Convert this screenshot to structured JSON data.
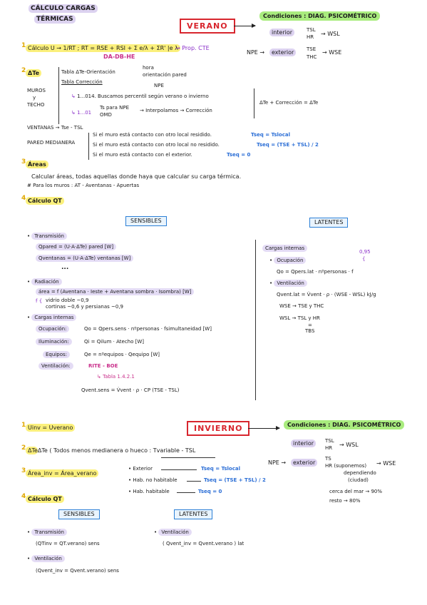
{
  "title": {
    "line1": "CÁLCULO CARGAS",
    "line2": "TÉRMICAS"
  },
  "verano": {
    "label": "VERANO",
    "conditions": "Condiciones : DIAG. PSICOMÉTRICO",
    "interior": "interior",
    "interior_tsl": "TSL",
    "interior_hr": "HR",
    "interior_result": "→ WSL",
    "npe": "NPE →",
    "exterior": "exterior",
    "ext_tse": "TSE",
    "ext_thc": "THC",
    "ext_result": "→ WSE",
    "s1_num": "1",
    "s1_formula": "Cálculo U → 1/RT ; RT = RSE + RSI + Σ e/λ + ΣR' |e λ",
    "s1_dbhe": "DA-DB-HE",
    "s1_prop": "→ Prop. CTE",
    "s2_num": "2",
    "s2_dte": "ΔTe",
    "s2_tabla1": "Tabla ΔTe-Orientación",
    "s2_hora": "hora",
    "s2_orient": "orientación pared",
    "s2_tabla2": "Tabla Corrección",
    "s2_npe": "NPE",
    "s2_muros": "MUROS",
    "s2_y": "y",
    "s2_techo": "TECHO",
    "s2_b1": "1...014. Buscamos percentil según verano o invierno",
    "s2_b2a": "Ts para NPE",
    "s2_b2b": "OMD",
    "s2_b2pre": "1...01",
    "s2_b2res": "→ Interpolamos → Corrección",
    "s2_result": "ΔTe + Corrección = ΔTe",
    "s2_ventanas": "VENTANAS → Tse - TSL",
    "s2_pared": "PARED MEDIANERA",
    "s2_m1": "Si el muro está contacto con otro local residido.",
    "s2_m1r": "Tseq = Tslocal",
    "s2_m2": "Si el muro está contacto con otro local no residido.",
    "s2_m2r": "Tseq = (TSE + TSL) / 2",
    "s2_m3": "Si el muro está contacto con el exterior.",
    "s2_m3r": "Tseq = 0",
    "s3_num": "3",
    "s3_title": "Áreas",
    "s3_text1": "Calcular áreas, todas aquellas donde haya que calcular su carga térmica.",
    "s3_text2": "# Para los muros : AT - Aventanas - Apuertas",
    "s4_num": "4",
    "s4_title": "Cálculo QT",
    "sensibles": "SENSIBLES",
    "latentes": "LATENTES",
    "sen_trans": "Transmisión",
    "sen_qpared": "Qpared = (U·A·ΔTe) pared [W]",
    "sen_qvent": "Qventanas = (U·A·ΔTe) ventanas [W]",
    "sen_dots": "...",
    "sen_rad": "Radiación",
    "sen_area": "área = f (Aventana · Ieste + Aventana sombra · Isombra) [W]",
    "sen_f1": "vidrio doble ~0,9",
    "sen_f2": "cortinas ~0,6 y persianas ~0,9",
    "sen_cargas": "Cargas internas",
    "sen_ocup_l": "Ocupación:",
    "sen_ocup": "Qo = Qpers.sens · nºpersonas · fsimultaneidad [W]",
    "sen_ilum_l": "Iluminación:",
    "sen_ilum": "Qi = Qilum · Atecho [W]",
    "sen_equ_l": "Equipos:",
    "sen_equ": "Qe = nºequipos · Qequipo [W]",
    "sen_ventil_l": "Ventilación:",
    "sen_rite": "RITE - BOE",
    "sen_tabla": "↳ Tabla 1.4.2.1",
    "sen_qvent_sens": "Qvent.sens = V̇vent · ρ · CP (TSE - TSL)",
    "lat_cargas": "Cargas internas",
    "lat_ocup": "Ocupación",
    "lat_095": "0,95",
    "lat_qo": "Qo = Qpers.lat · nºpersonas · f",
    "lat_ventil": "Ventilación",
    "lat_qvent": "Qvent.lat = V̇vent · ρ · (WSE - WSL) kJ/g",
    "lat_wse": "WSE → TSE y THC",
    "lat_wsl": "WSL → TSL y HR",
    "lat_tbs1": "=",
    "lat_tbs2": "TBS"
  },
  "invierno": {
    "label": "INVIERNO",
    "conditions": "Condiciones : DIAG. PSICOMÉTRICO",
    "interior": "interior",
    "interior_tsl": "TSL",
    "interior_hr": "HR",
    "interior_result": "→ WSL",
    "npe": "NPE →",
    "exterior": "exterior",
    "ext_ts": "TS",
    "ext_hr": "HR (suponemos)",
    "ext_dep": "dependiendo",
    "ext_ciudad": "(ciudad)",
    "ext_result": "→ WSE",
    "ext_cerca": "cerca del mar → 90%",
    "ext_resto": "resto → 80%",
    "s1_num": "1",
    "s1": "Uinv = Uverano",
    "s2_num": "2",
    "s2": "ΔTe ( Todos menos medianera o hueco : Tvariable - TSL",
    "s3_num": "3",
    "s3": "Área_inv = Área_verano",
    "e1": "Exterior",
    "e1r": "Tseq = Tslocal",
    "e2": "Hab. no habitable",
    "e2r": "Tseq = (TSE + TSL) / 2",
    "e3": "Hab. habitable",
    "e3r": "Tseq = 0",
    "s4_num": "4",
    "s4": "Cálculo QT",
    "sensibles": "SENSIBLES",
    "latentes": "LATENTES",
    "sen_trans": "Transmisión",
    "sen_trans_f": "(QTinv = QT.verano) sens",
    "sen_vent": "Ventilación",
    "sen_vent_f": "(Qvent_inv = Qvent.verano) sens",
    "lat_vent": "Ventilación",
    "lat_vent_f": "( Qvent_inv = Qvent.verano ) lat"
  }
}
